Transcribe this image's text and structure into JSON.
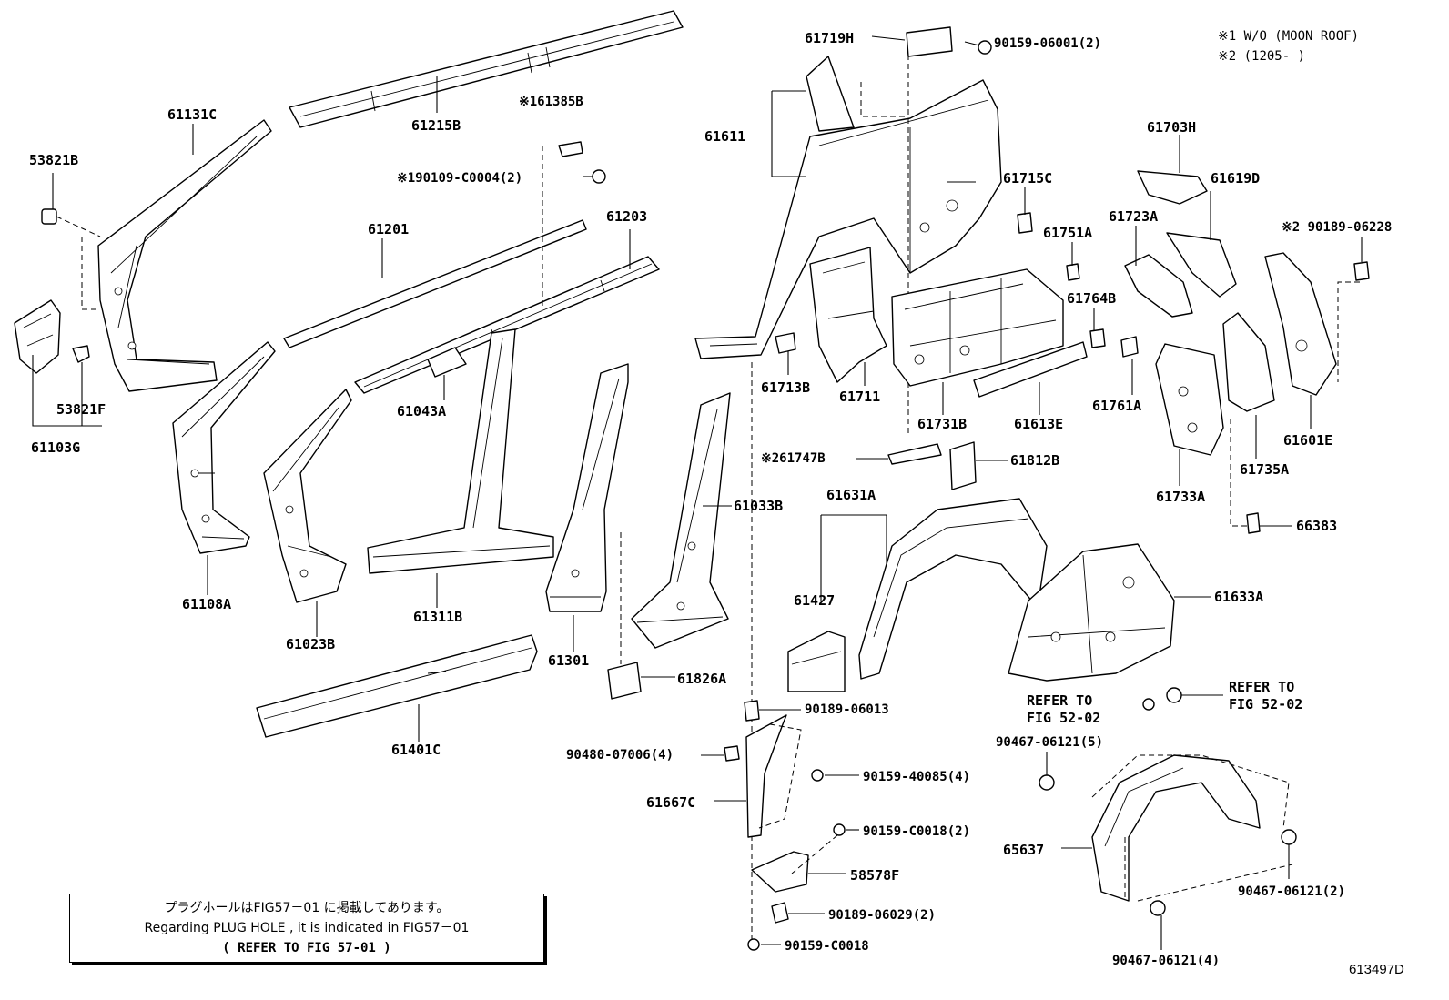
{
  "notes": {
    "note1": "※1 W/O (MOON ROOF)",
    "note2": "※2 (1205-     )"
  },
  "labels": {
    "p61131C": "61131C",
    "p53821B": "53821B",
    "p53821F": "53821F",
    "p61103G": "61103G",
    "p61215B": "61215B",
    "p61385B": "※161385B",
    "p90109C0004": "※190109-C0004(2)",
    "p61201": "61201",
    "p61203": "61203",
    "p61108A": "61108A",
    "p61023B": "61023B",
    "p61043A": "61043A",
    "p61311B": "61311B",
    "p61301": "61301",
    "p61033B": "61033B",
    "p61826A": "61826A",
    "p61401C": "61401C",
    "p61719H": "61719H",
    "p90159_06001": "90159-06001(2)",
    "p61611": "61611",
    "p61715C": "61715C",
    "p61751A": "61751A",
    "p61764B": "61764B",
    "p61713B": "61713B",
    "p61711": "61711",
    "p61731B": "61731B",
    "p61613E": "61613E",
    "p61747B": "※261747B",
    "p61812B": "61812B",
    "p61631A": "61631A",
    "p61427": "61427",
    "p61633A": "61633A",
    "p61703H": "61703H",
    "p61619D": "61619D",
    "p61723A": "61723A",
    "p90189_06228": "※2 90189-06228",
    "p61761A": "61761A",
    "p61733A": "61733A",
    "p61735A": "61735A",
    "p61601E": "61601E",
    "p66383": "66383",
    "p90189_06013": "90189-06013",
    "p90480_07006": "90480-07006(4)",
    "p90159_40085": "90159-40085(4)",
    "p61667C": "61667C",
    "p90159_C0018_2": "90159-C0018(2)",
    "p58578F": "58578F",
    "p90189_06029": "90189-06029(2)",
    "p90159_C0018": "90159-C0018",
    "p90467_06121_5": "90467-06121(5)",
    "p65637": "65637",
    "p90467_06121_2": "90467-06121(2)",
    "p90467_06121_4": "90467-06121(4)"
  },
  "refers": {
    "refer1_line1": "REFER TO",
    "refer1_line2": "FIG 52-02",
    "refer2_line1": "REFER TO",
    "refer2_line2": "FIG 52-02"
  },
  "plug_box": {
    "japanese": "プラグホールはFIG57－01 に掲載してあります。",
    "english": "Regarding PLUG HOLE , it is indicated in FIG57－01",
    "refer": "(  REFER TO FIG 57-01 )"
  },
  "figure_number": "613497D"
}
